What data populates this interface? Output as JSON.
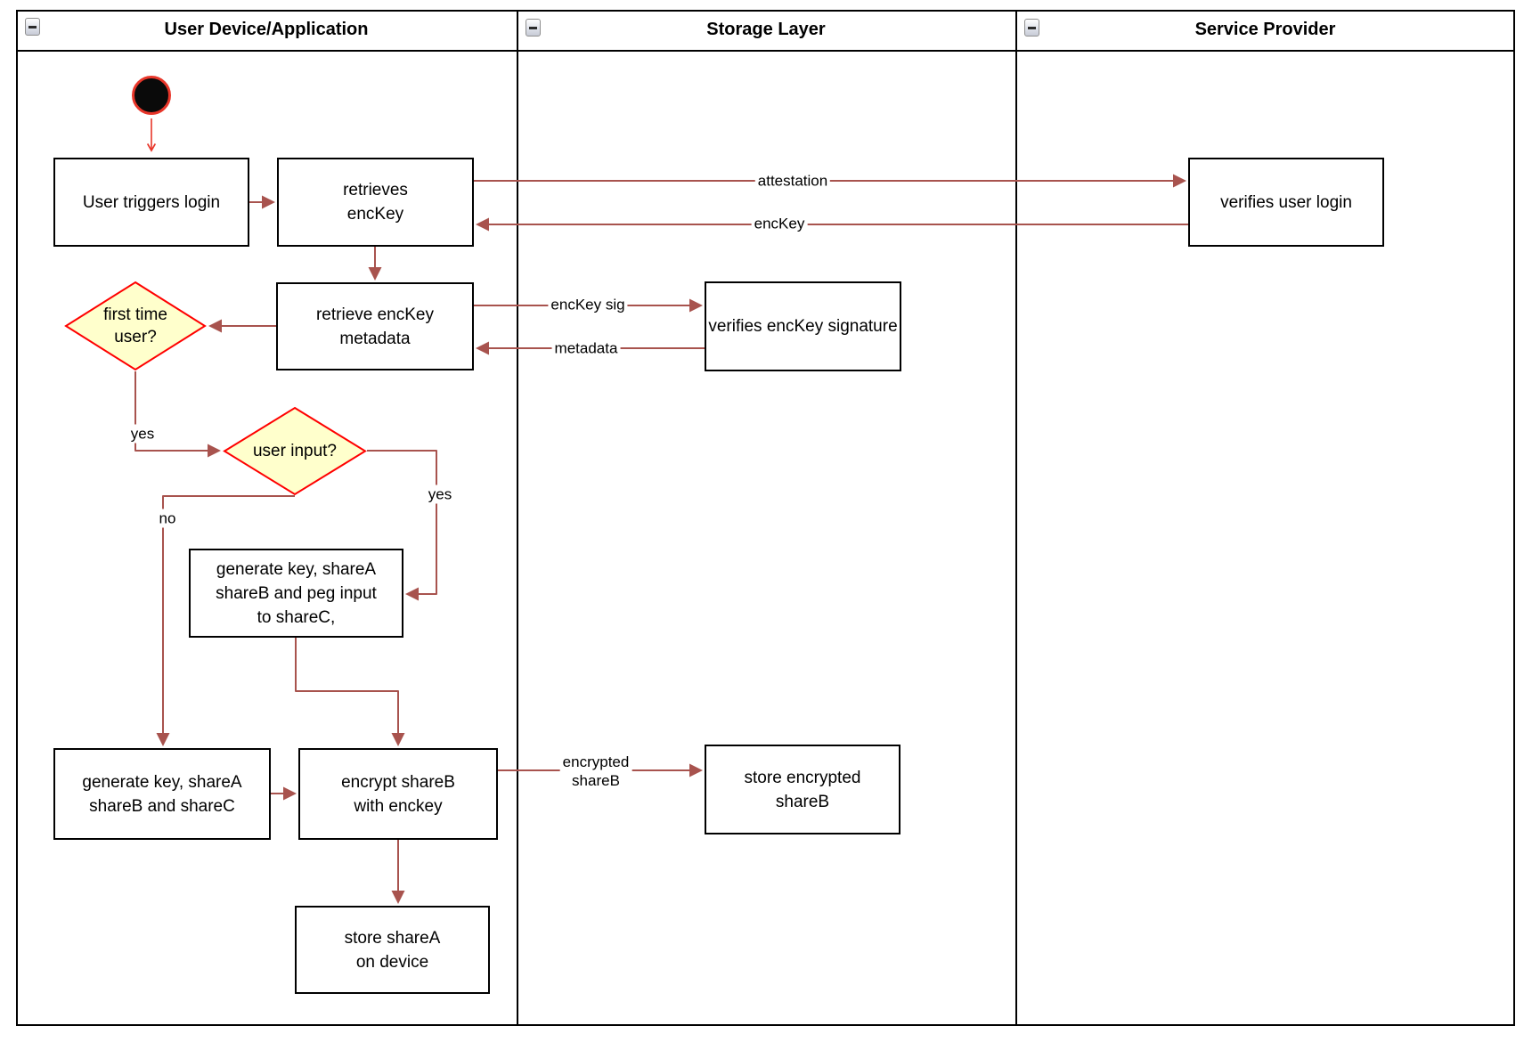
{
  "diagram": {
    "lanes": [
      {
        "title": "User Device/Application",
        "collapse_icon": "minus-icon"
      },
      {
        "title": "Storage Layer",
        "collapse_icon": "minus-icon"
      },
      {
        "title": "Service Provider",
        "collapse_icon": "minus-icon"
      }
    ],
    "nodes": {
      "user_triggers_login": "User triggers login",
      "retrieves_enckey": "retrieves\nencKey",
      "verifies_user_login": "verifies user login",
      "retrieve_enckey_metadata": "retrieve encKey\nmetadata",
      "verifies_enckey_signature": "verifies encKey signature",
      "first_time_user": "first time\nuser?",
      "user_input": "user input?",
      "generate_key_peg": "generate key, shareA\nshareB and peg input\nto shareC,",
      "generate_key_shares": "generate key, shareA\nshareB and shareC",
      "encrypt_shareb": "encrypt shareB\nwith enckey",
      "store_encrypted_shareb": "store encrypted\nshareB",
      "store_sharea": "store shareA\non device"
    },
    "edge_labels": {
      "attestation": "attestation",
      "enckey": "encKey",
      "enckey_sig": "encKey sig",
      "metadata": "metadata",
      "first_time_yes": "yes",
      "user_input_no": "no",
      "user_input_yes": "yes",
      "encrypted_shareb": "encrypted\nshareB"
    },
    "colors": {
      "edge": "#a8534e",
      "start_accent": "#e8362a",
      "decision_fill": "#ffffcc",
      "decision_stroke": "#ff0000",
      "node_border": "#000000"
    }
  }
}
